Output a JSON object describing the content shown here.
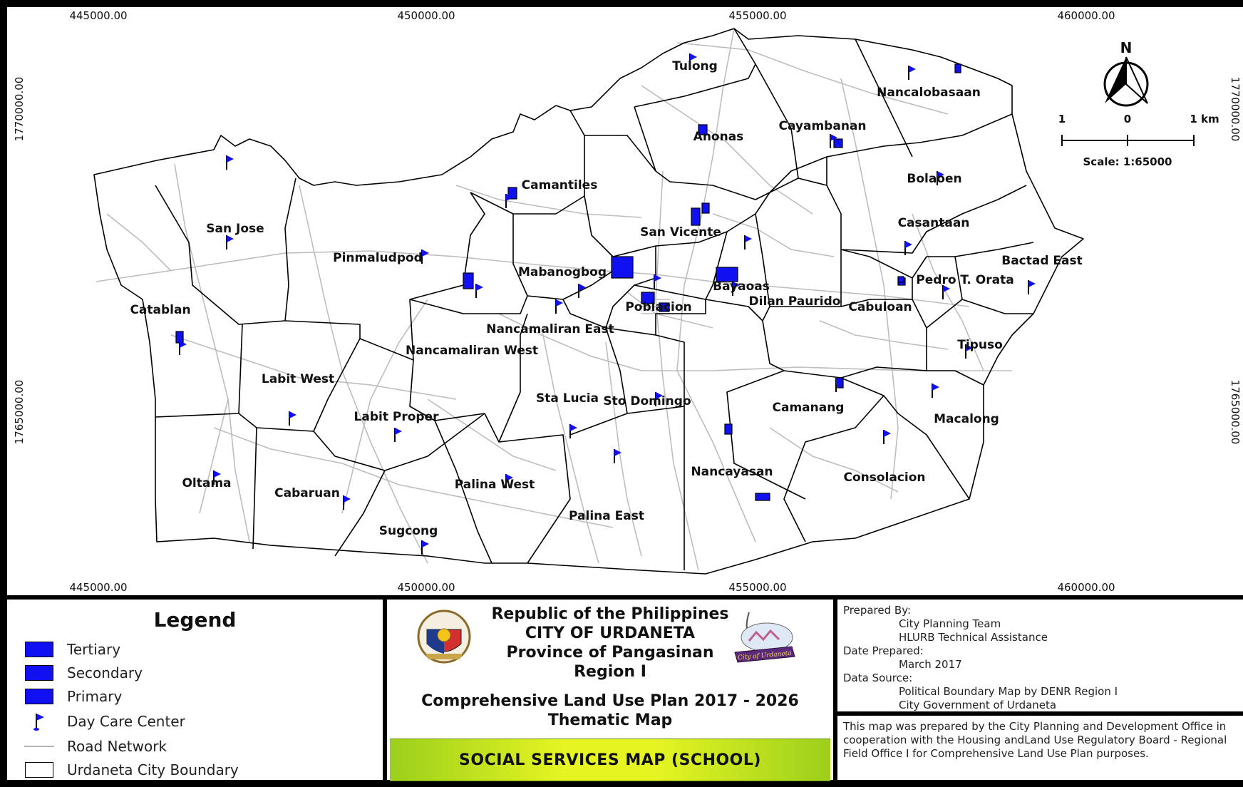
{
  "map": {
    "coordinates": {
      "x_top": [
        "445000.00",
        "450000.00",
        "455000.00",
        "460000.00"
      ],
      "x_bottom": [
        "445000.00",
        "450000.00",
        "455000.00",
        "460000.00"
      ],
      "y_left": [
        "1770000.00",
        "1765000.00"
      ],
      "y_right": [
        "1770000.00",
        "1765000.00"
      ]
    },
    "north_label": "N",
    "scale": {
      "ticks": [
        "1",
        "0",
        "1 km"
      ],
      "text": "Scale: 1:65000"
    },
    "barangays": [
      "Tulong",
      "Nancalobasaan",
      "Anonas",
      "Cayambanan",
      "Bolaoen",
      "Camantiles",
      "San Jose",
      "San Vicente",
      "Casantaan",
      "Pinmaludpod",
      "Bactad East",
      "Mabanogbog",
      "Pedro T. Orata",
      "Bayaoas",
      "Dilan Paurido",
      "Catablan",
      "Poblacion",
      "Cabuloan",
      "Nancamaliran East",
      "Tipuso",
      "Nancamaliran West",
      "Labit West",
      "Sta Lucia",
      "Sto Domingo",
      "Camanang",
      "Labit Proper",
      "Macalong",
      "Nancayasan",
      "Oltama",
      "Palina West",
      "Consolacion",
      "Cabaruan",
      "Palina East",
      "Sugcong"
    ],
    "colors": {
      "school_fill": "#1010f0",
      "road": "#bdbdbd",
      "boundary": "#000000"
    }
  },
  "legend": {
    "title": "Legend",
    "items": [
      {
        "label": "Tertiary",
        "symbol": "fill-swatch"
      },
      {
        "label": "Secondary",
        "symbol": "fill-swatch"
      },
      {
        "label": "Primary",
        "symbol": "fill-swatch"
      },
      {
        "label": "Day Care Center",
        "symbol": "flag-icon"
      },
      {
        "label": "Road Network",
        "symbol": "line"
      },
      {
        "label": "Urdaneta City Boundary",
        "symbol": "outline-box"
      }
    ]
  },
  "title_block": {
    "lines": [
      "Republic of the Philippines",
      "CITY OF URDANETA",
      "Province of Pangasinan",
      "Region I"
    ],
    "plan": "Comprehensive Land Use Plan 2017 - 2026",
    "subtitle": "Thematic Map",
    "map_title": "SOCIAL SERVICES MAP (SCHOOL)",
    "banner_color": "#e6f522",
    "seal_right_text": "City of Urdaneta"
  },
  "prepared": {
    "prepared_by_label": "Prepared By:",
    "prepared_by": [
      "City Planning Team",
      "HLURB Technical Assistance"
    ],
    "date_label": "Date Prepared:",
    "date": "March 2017",
    "source_label": "Data Source:",
    "source": [
      "Political Boundary Map by DENR Region I",
      "City Government of Urdaneta"
    ]
  },
  "note": "This map was prepared by the City Planning and Development Office in cooperation with the Housing andLand Use Regulatory Board - Regional Field Office I for Comprehensive Land Use Plan purposes."
}
